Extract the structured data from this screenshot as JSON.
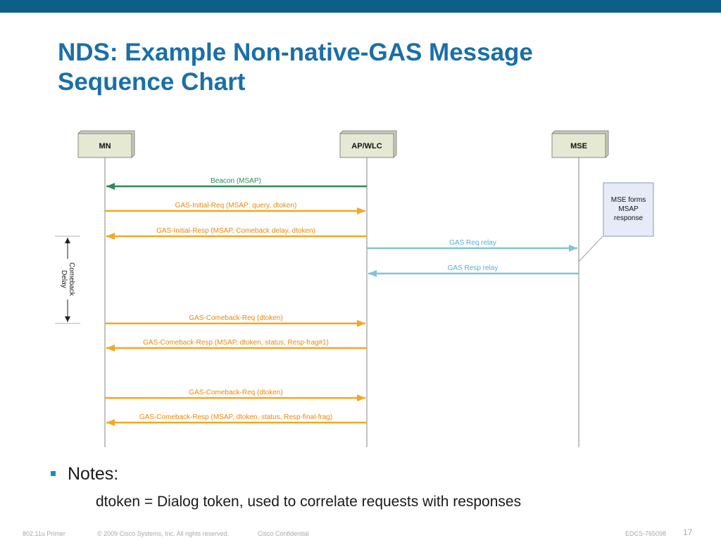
{
  "slide": {
    "title_line1": "NDS: Example Non-native-GAS Message",
    "title_line2": "Sequence Chart",
    "colors": {
      "header_bar": "#0e5f86",
      "title": "#1a6fa8",
      "green": "#2e8b57",
      "orange": "#f5a623",
      "blue": "#7ec4d6"
    }
  },
  "diagram": {
    "participants": [
      {
        "id": "mn",
        "label": "MN"
      },
      {
        "id": "ap",
        "label": "AP/WLC"
      },
      {
        "id": "mse",
        "label": "MSE"
      }
    ],
    "messages": [
      {
        "from": "ap",
        "to": "mn",
        "label": "Beacon (MSAP)",
        "color": "green",
        "label_color": "#2e8b57"
      },
      {
        "from": "mn",
        "to": "ap",
        "label": "GAS-Initial-Req (MSAP: query, dtoken)",
        "color": "orange",
        "label_color": "#e8890c"
      },
      {
        "from": "ap",
        "to": "mn",
        "label": "GAS-Initial-Resp (MSAP, Comeback delay, dtoken)",
        "color": "orange",
        "label_color": "#e8890c"
      },
      {
        "from": "ap",
        "to": "mse",
        "label": "GAS Req relay",
        "color": "blue",
        "label_color": "#5aaed0"
      },
      {
        "from": "mse",
        "to": "ap",
        "label": "GAS Resp relay",
        "color": "blue",
        "label_color": "#5aaed0"
      },
      {
        "from": "mn",
        "to": "ap",
        "label": "GAS-Comeback-Req (dtoken)",
        "color": "orange",
        "label_color": "#e8890c"
      },
      {
        "from": "ap",
        "to": "mn",
        "label": "GAS-Comeback-Resp (MSAP, dtoken, status, Resp-frag#1)",
        "color": "orange",
        "label_color": "#e8890c"
      },
      {
        "from": "mn",
        "to": "ap",
        "label": "GAS-Comeback-Req (dtoken)",
        "color": "orange",
        "label_color": "#e8890c"
      },
      {
        "from": "ap",
        "to": "mn",
        "label": "GAS-Comeback-Resp (MSAP, dtoken, status, Resp-final-frag)",
        "color": "orange",
        "label_color": "#e8890c"
      }
    ],
    "delay_label_line1": "Comeback",
    "delay_label_line2": "Delay",
    "note_lines": [
      "MSE forms",
      "MSAP",
      "response"
    ]
  },
  "notes": {
    "label": "Notes:",
    "text": "dtoken = Dialog token, used to correlate requests with responses"
  },
  "footer": {
    "left": "802.11u Primer",
    "copyright": "© 2009 Cisco Systems, Inc. All rights reserved.",
    "confidential": "Cisco Confidential",
    "doc_id": "EDCS-765098",
    "page": "17"
  }
}
